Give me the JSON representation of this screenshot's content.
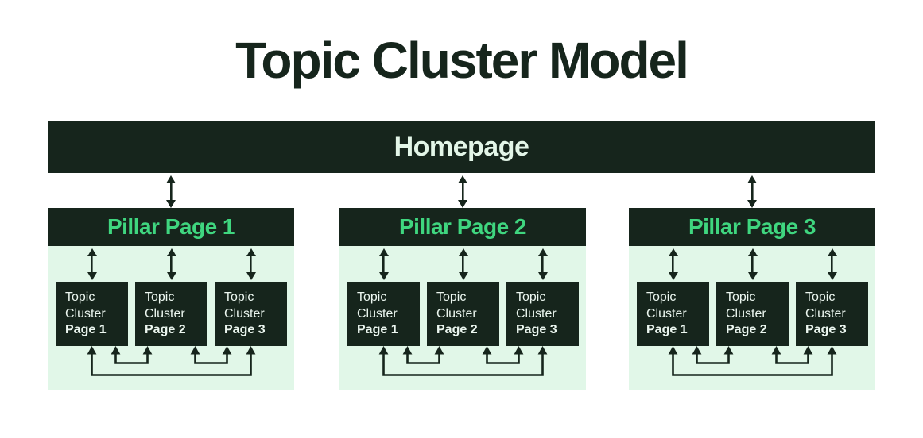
{
  "title": "Topic Cluster Model",
  "homepage": {
    "label": "Homepage"
  },
  "pillars": [
    {
      "title": "Pillar Page 1",
      "clusters": [
        {
          "line1": "Topic",
          "line2": "Cluster",
          "page": "Page 1"
        },
        {
          "line1": "Topic",
          "line2": "Cluster",
          "page": "Page 2"
        },
        {
          "line1": "Topic",
          "line2": "Cluster",
          "page": "Page 3"
        }
      ]
    },
    {
      "title": "Pillar Page 2",
      "clusters": [
        {
          "line1": "Topic",
          "line2": "Cluster",
          "page": "Page 1"
        },
        {
          "line1": "Topic",
          "line2": "Cluster",
          "page": "Page 2"
        },
        {
          "line1": "Topic",
          "line2": "Cluster",
          "page": "Page 3"
        }
      ]
    },
    {
      "title": "Pillar Page 3",
      "clusters": [
        {
          "line1": "Topic",
          "line2": "Cluster",
          "page": "Page 1"
        },
        {
          "line1": "Topic",
          "line2": "Cluster",
          "page": "Page 2"
        },
        {
          "line1": "Topic",
          "line2": "Cluster",
          "page": "Page 3"
        }
      ]
    }
  ],
  "colors": {
    "dark": "#16251c",
    "panel_green": "#e1f7e8",
    "accent_green": "#3fd67f",
    "mint_text": "#e3f6e8",
    "background": "#ffffff"
  }
}
